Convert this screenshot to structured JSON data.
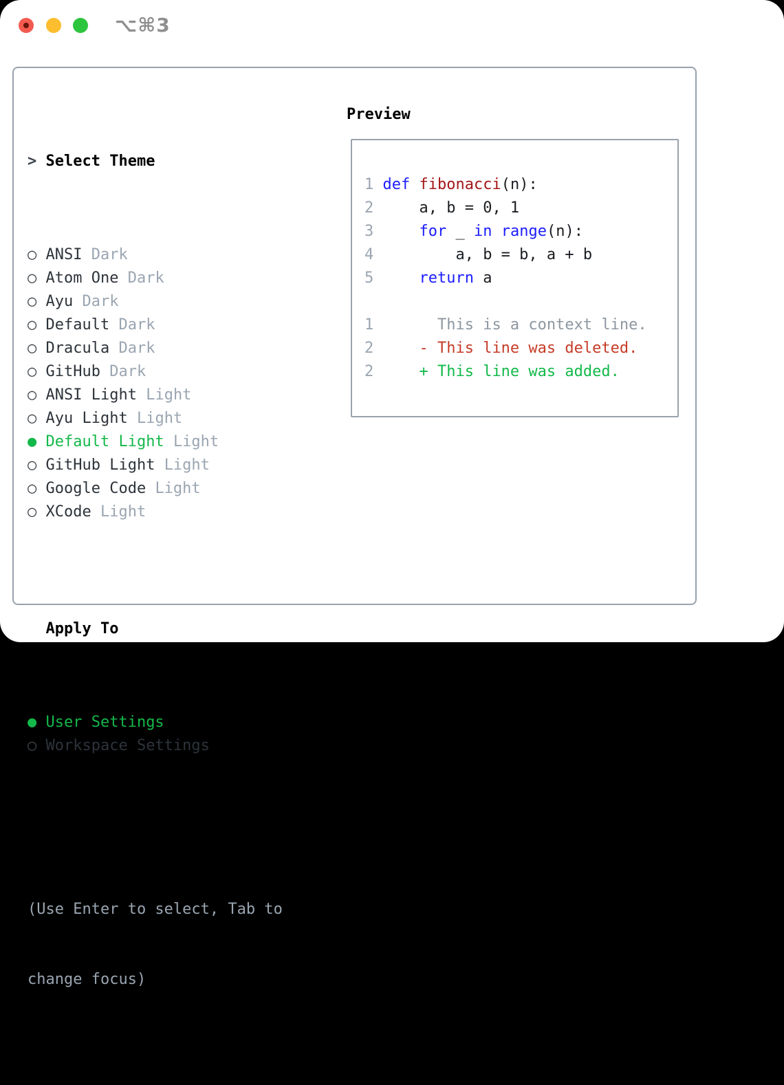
{
  "colors": {
    "accent-green": "#14b84a",
    "added-green": "#13b94a",
    "deleted-red": "#c63c27",
    "keyword-blue": "#1c1cff",
    "function-red": "#a51717",
    "muted-gray": "#9aa5b1",
    "context-gray": "#8d97a0",
    "text-dark": "#2d333a",
    "code-dark": "#1a1d21",
    "border-gray": "#99a2ac",
    "shortcut-gray": "#8f8f8f",
    "traffic-red": "#f35b51",
    "traffic-yellow": "#fcbd2e",
    "traffic-green": "#2ec53e",
    "traffic-dot": "#6b150b"
  },
  "icons": {
    "radio_selected": "●",
    "radio_unselected": "○",
    "cursor_prefix": ">"
  },
  "window": {
    "shortcut": "⌥⌘3"
  },
  "theme_picker": {
    "title": "Select Theme",
    "items": [
      {
        "name": "ANSI",
        "variant": "Dark",
        "selected": false
      },
      {
        "name": "Atom One",
        "variant": "Dark",
        "selected": false
      },
      {
        "name": "Ayu",
        "variant": "Dark",
        "selected": false
      },
      {
        "name": "Default",
        "variant": "Dark",
        "selected": false
      },
      {
        "name": "Dracula",
        "variant": "Dark",
        "selected": false
      },
      {
        "name": "GitHub",
        "variant": "Dark",
        "selected": false
      },
      {
        "name": "ANSI Light",
        "variant": "Light",
        "selected": false
      },
      {
        "name": "Ayu Light",
        "variant": "Light",
        "selected": false
      },
      {
        "name": "Default Light",
        "variant": "Light",
        "selected": true
      },
      {
        "name": "GitHub Light",
        "variant": "Light",
        "selected": false
      },
      {
        "name": "Google Code",
        "variant": "Light",
        "selected": false
      },
      {
        "name": "XCode",
        "variant": "Light",
        "selected": false
      }
    ]
  },
  "apply_to": {
    "title": "Apply To",
    "options": [
      {
        "label": "User Settings",
        "selected": true
      },
      {
        "label": "Workspace Settings",
        "selected": false
      }
    ]
  },
  "help": {
    "lines": [
      "(Use Enter to select, Tab to",
      "change focus)"
    ]
  },
  "preview": {
    "title": "Preview",
    "lines": [
      {
        "num": "1",
        "segments": [
          {
            "t": "def",
            "c": "keyword"
          },
          {
            "t": " ",
            "c": "plain"
          },
          {
            "t": "fibonacci",
            "c": "function"
          },
          {
            "t": "(n):",
            "c": "plain"
          }
        ]
      },
      {
        "num": "2",
        "segments": [
          {
            "t": "    a, b = 0, 1",
            "c": "plain"
          }
        ]
      },
      {
        "num": "3",
        "segments": [
          {
            "t": "    ",
            "c": "plain"
          },
          {
            "t": "for",
            "c": "keyword"
          },
          {
            "t": " _ ",
            "c": "plain"
          },
          {
            "t": "in",
            "c": "keyword"
          },
          {
            "t": " ",
            "c": "plain"
          },
          {
            "t": "range",
            "c": "keyword"
          },
          {
            "t": "(n):",
            "c": "plain"
          }
        ]
      },
      {
        "num": "4",
        "segments": [
          {
            "t": "        a, b = b, a + b",
            "c": "plain"
          }
        ]
      },
      {
        "num": "5",
        "segments": [
          {
            "t": "    ",
            "c": "plain"
          },
          {
            "t": "return",
            "c": "keyword"
          },
          {
            "t": " a",
            "c": "plain"
          }
        ]
      },
      {
        "num": "",
        "segments": []
      },
      {
        "num": "1",
        "segments": [
          {
            "t": "      This is a context line.",
            "c": "context"
          }
        ]
      },
      {
        "num": "2",
        "segments": [
          {
            "t": "    - This line was deleted.",
            "c": "deleted"
          }
        ]
      },
      {
        "num": "2",
        "segments": [
          {
            "t": "    + This line was added.",
            "c": "added"
          }
        ]
      }
    ]
  }
}
